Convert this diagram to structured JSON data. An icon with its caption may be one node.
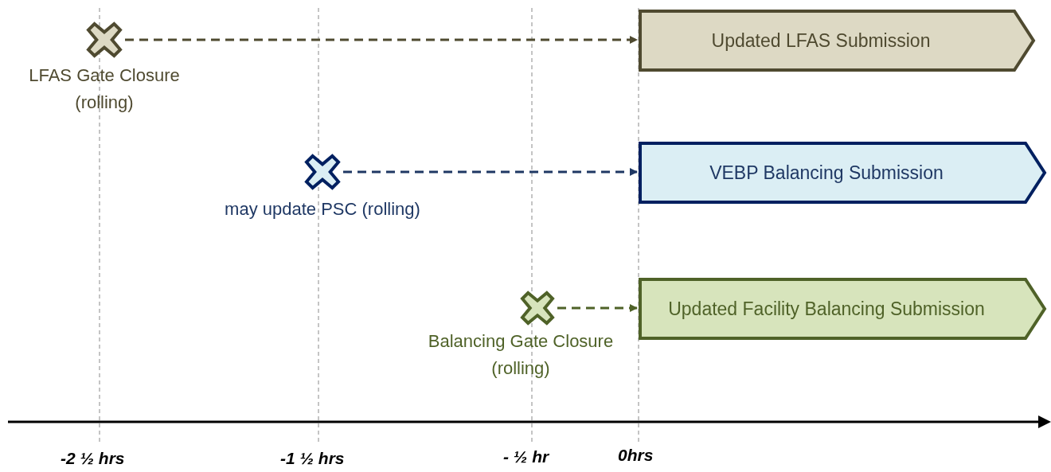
{
  "diagram": {
    "nodes": [
      {
        "text": [],
        "shape": "cross",
        "beside": [
          "LFAS Gate Closure (rolling)"
        ]
      },
      {
        "text": [
          "Updated LFAS Submission"
        ]
      },
      {
        "text": [],
        "shape": "cross",
        "beside": [
          "may update PSC (rolling)"
        ]
      },
      {
        "text": [
          "VEBP Balancing Submission"
        ]
      },
      {
        "text": [],
        "shape": "cross",
        "beside": [
          "Balancing Gate Closure (rolling)"
        ]
      },
      {
        "text": [
          "Updated Facility Balancing Submission"
        ]
      }
    ],
    "edges": [
      {
        "from": 0,
        "to": 1,
        "arrow": "to",
        "style": "dashed",
        "color": "#4f4a30"
      },
      {
        "from": 2,
        "to": 3,
        "arrow": "to",
        "style": "dashed",
        "color": "#1f3864"
      },
      {
        "from": 4,
        "to": 5,
        "arrow": "to",
        "style": "dashed",
        "color": "#4f6228"
      }
    ],
    "labels": [
      "-2 ½ hrs",
      "-1 ½ hrs",
      "- ½ hr",
      "0hrs"
    ]
  }
}
